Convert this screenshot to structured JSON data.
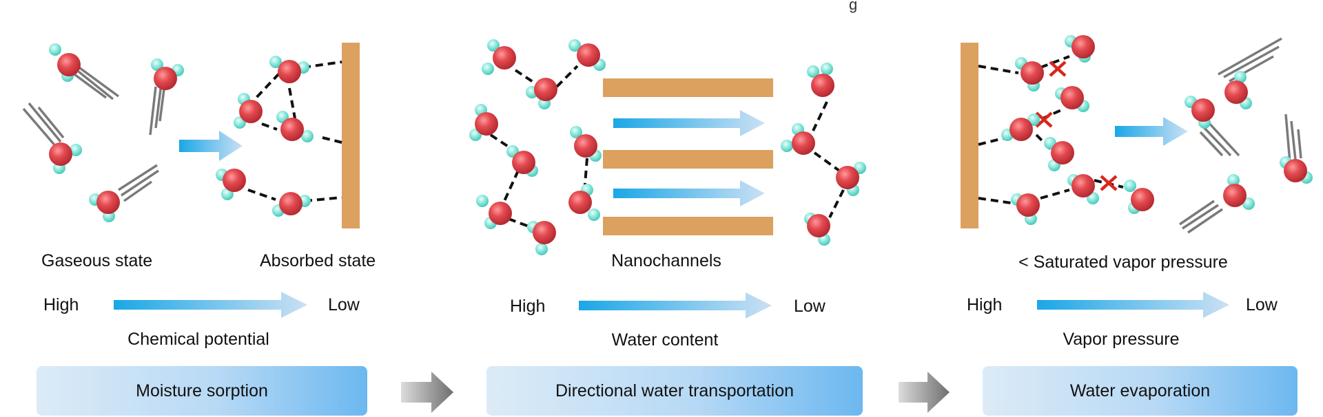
{
  "top_fragment": "g",
  "panels": [
    {
      "state_left": "Gaseous state",
      "state_right": "Absorbed state",
      "high": "High",
      "low": "Low",
      "gradient_label": "Chemical potential",
      "stage": "Moisture sorption"
    },
    {
      "state_center": "Nanochannels",
      "high": "High",
      "low": "Low",
      "gradient_label": "Water content",
      "stage": "Directional water transportation"
    },
    {
      "state_center": "< Saturated vapor pressure",
      "high": "High",
      "low": "Low",
      "gradient_label": "Vapor pressure",
      "stage": "Water evaporation"
    }
  ],
  "colors": {
    "oxygen": "#e0474c",
    "hydrogen": "#7fe3d6",
    "wall": "#dca05f",
    "arrow_start": "#1aa7e6",
    "arrow_end": "#c9dff3",
    "box_start": "#dcebf7",
    "box_end": "#6cb8f0",
    "break_mark": "#d9261c"
  }
}
